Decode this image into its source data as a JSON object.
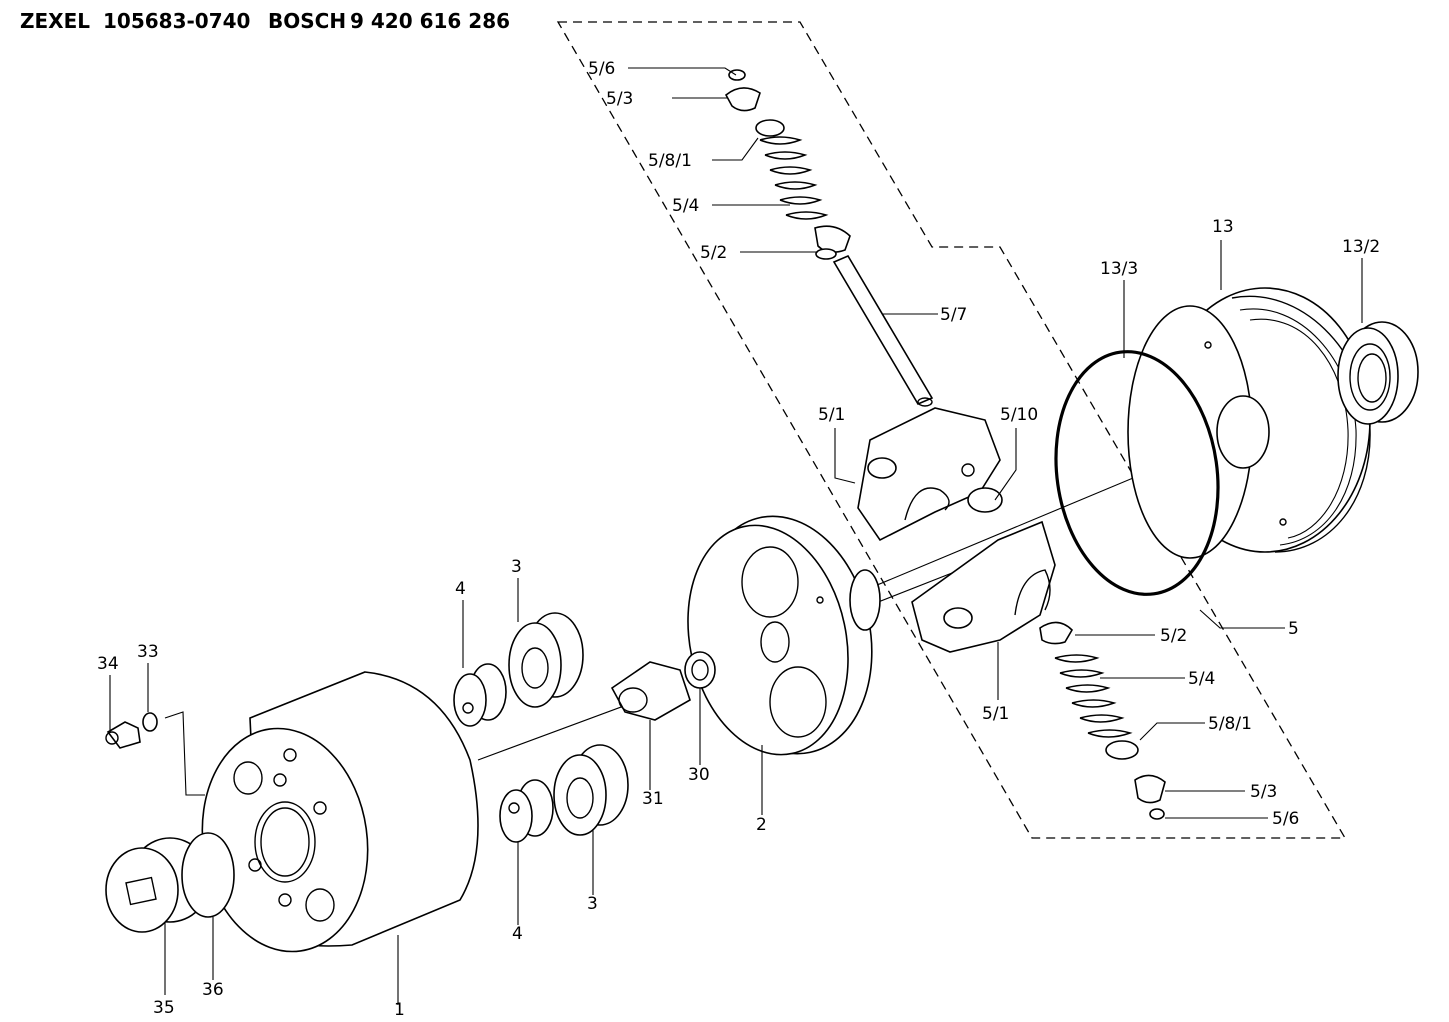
{
  "header": {
    "make": "ZEXEL",
    "part_number": "105683-0740",
    "brand": "BOSCH",
    "brand_number": "9 420 616 286"
  },
  "callouts": {
    "c_5_6_top": "5/6",
    "c_5_3_top": "5/3",
    "c_5_8_1_top": "5/8/1",
    "c_5_4_top": "5/4",
    "c_5_2_top": "5/2",
    "c_5_7": "5/7",
    "c_5_1_top": "5/1",
    "c_5_10": "5/10",
    "c_13": "13",
    "c_13_3": "13/3",
    "c_13_2": "13/2",
    "c_5": "5",
    "c_5_2_bottom": "5/2",
    "c_5_4_bottom": "5/4",
    "c_5_1_bottom": "5/1",
    "c_5_8_1_bottom": "5/8/1",
    "c_5_3_bottom": "5/3",
    "c_5_6_bottom": "5/6",
    "c_3_top": "3",
    "c_4_top": "4",
    "c_34": "34",
    "c_33": "33",
    "c_31": "31",
    "c_30": "30",
    "c_2": "2",
    "c_3_bottom": "3",
    "c_4_bottom": "4",
    "c_36": "36",
    "c_35": "35",
    "c_1": "1"
  }
}
